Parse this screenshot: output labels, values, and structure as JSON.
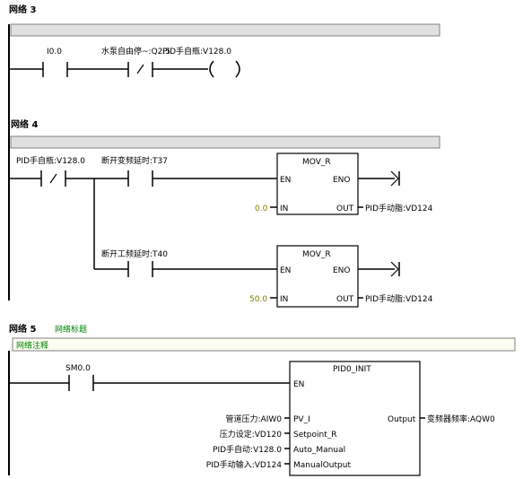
{
  "networks": [
    {
      "title": "网络 3",
      "contacts": [
        "I0.0",
        "水泵自由停~:Q2.5"
      ],
      "coil": "PID手自瓶:V128.0"
    },
    {
      "title": "网络 4",
      "contacts": [
        "PID手自瓶:V128.0",
        "断开变频延时:T37",
        "断开工频延时:T40"
      ],
      "boxes": [
        {
          "name": "MOV_R",
          "en": "EN",
          "eno": "ENO",
          "in": "IN",
          "out": "OUT",
          "in_value": "0.0",
          "out_value": "PID手动脂:VD124"
        },
        {
          "name": "MOV_R",
          "en": "EN",
          "eno": "ENO",
          "in": "IN",
          "out": "OUT",
          "in_value": "50.0",
          "out_value": "PID手动脂:VD124"
        }
      ]
    },
    {
      "title": "网络 5",
      "subtitle": "网络标题",
      "comment": "网络注释",
      "contact": "SM0.0",
      "box": {
        "name": "PID0_INIT",
        "en": "EN",
        "inputs": [
          {
            "pin": "PV_I",
            "label": "管道压力:AIW0"
          },
          {
            "pin": "Setpoint_R",
            "label": "压力设定:VD120"
          },
          {
            "pin": "Auto_Manual",
            "label": "PID手自动:V128.0"
          },
          {
            "pin": "ManualOutput",
            "label": "PID手动输入:VD124"
          }
        ],
        "output": {
          "pin": "Output",
          "label": "变频器频率:AQW0"
        }
      }
    }
  ],
  "colors": {
    "line": "#000000",
    "title_bar": "#e0e0e0",
    "comment_bar": "#fcfcf0",
    "green_text": "#008000",
    "literal_text": "#808000"
  }
}
